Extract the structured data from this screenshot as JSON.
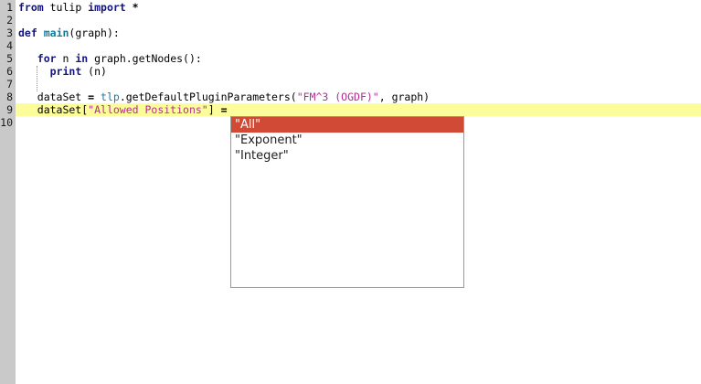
{
  "colors": {
    "gutter_bg": "#c9c9c9",
    "line_highlight": "#fdfc9a",
    "keyword": "#14147f",
    "function_name": "#107a9b",
    "api_identifier": "#2379a0",
    "string": "#b52d91",
    "autocomplete_selected_bg": "#d04a35"
  },
  "editor": {
    "current_line": 9,
    "lines": [
      {
        "number": "1",
        "tokens": [
          {
            "text": "from",
            "style": "keyword"
          },
          {
            "text": " tulip ",
            "style": "plain"
          },
          {
            "text": "import",
            "style": "keyword"
          },
          {
            "text": " ",
            "style": "plain"
          },
          {
            "text": "*",
            "style": "operator"
          }
        ]
      },
      {
        "number": "2",
        "tokens": []
      },
      {
        "number": "3",
        "tokens": [
          {
            "text": "def",
            "style": "keyword"
          },
          {
            "text": " ",
            "style": "plain"
          },
          {
            "text": "main",
            "style": "fn"
          },
          {
            "text": "(graph):",
            "style": "plain"
          }
        ]
      },
      {
        "number": "4",
        "tokens": []
      },
      {
        "number": "5",
        "tokens": [
          {
            "text": "   ",
            "style": "plain"
          },
          {
            "text": "for",
            "style": "keyword"
          },
          {
            "text": " n ",
            "style": "plain"
          },
          {
            "text": "in",
            "style": "keyword"
          },
          {
            "text": " graph.getNodes():",
            "style": "plain"
          }
        ]
      },
      {
        "number": "6",
        "tokens": [
          {
            "text": "     ",
            "style": "plain"
          },
          {
            "text": "print",
            "style": "keyword"
          },
          {
            "text": " (n)",
            "style": "plain"
          }
        ]
      },
      {
        "number": "7",
        "tokens": []
      },
      {
        "number": "8",
        "tokens": [
          {
            "text": "   dataSet ",
            "style": "plain"
          },
          {
            "text": "=",
            "style": "operator"
          },
          {
            "text": " ",
            "style": "plain"
          },
          {
            "text": "tlp",
            "style": "api"
          },
          {
            "text": ".getDefaultPluginParameters(",
            "style": "plain"
          },
          {
            "text": "\"FM^3 (OGDF)\"",
            "style": "string"
          },
          {
            "text": ", graph)",
            "style": "plain"
          }
        ]
      },
      {
        "number": "9",
        "tokens": [
          {
            "text": "   dataSet[",
            "style": "plain"
          },
          {
            "text": "\"Allowed Positions\"",
            "style": "string"
          },
          {
            "text": "] ",
            "style": "plain"
          },
          {
            "text": "=",
            "style": "operator"
          }
        ]
      },
      {
        "number": "10",
        "tokens": []
      }
    ]
  },
  "autocomplete": {
    "items": [
      {
        "label": "\"All\"",
        "selected": true
      },
      {
        "label": "\"Exponent\"",
        "selected": false
      },
      {
        "label": "\"Integer\"",
        "selected": false
      }
    ]
  }
}
